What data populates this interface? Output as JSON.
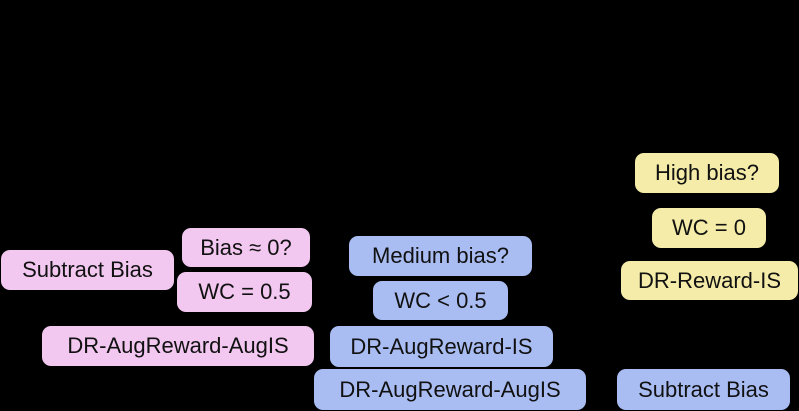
{
  "colors": {
    "background": "#000000",
    "pink": "#f2c7f0",
    "blue": "#a9bdf3",
    "yellow": "#f4eca8"
  },
  "pink_group": {
    "subtract_bias": "Subtract Bias",
    "bias_question": "Bias ≈ 0?",
    "weight_condition": "WC = 0.5",
    "estimator": "DR-AugReward-AugIS"
  },
  "blue_group": {
    "bias_question": "Medium bias?",
    "weight_condition": "WC < 0.5",
    "estimator": "DR-AugReward-IS",
    "estimator_alt": "DR-AugReward-AugIS",
    "subtract_bias": "Subtract Bias"
  },
  "yellow_group": {
    "bias_question": "High bias?",
    "weight_condition": "WC = 0",
    "estimator": "DR-Reward-IS"
  }
}
